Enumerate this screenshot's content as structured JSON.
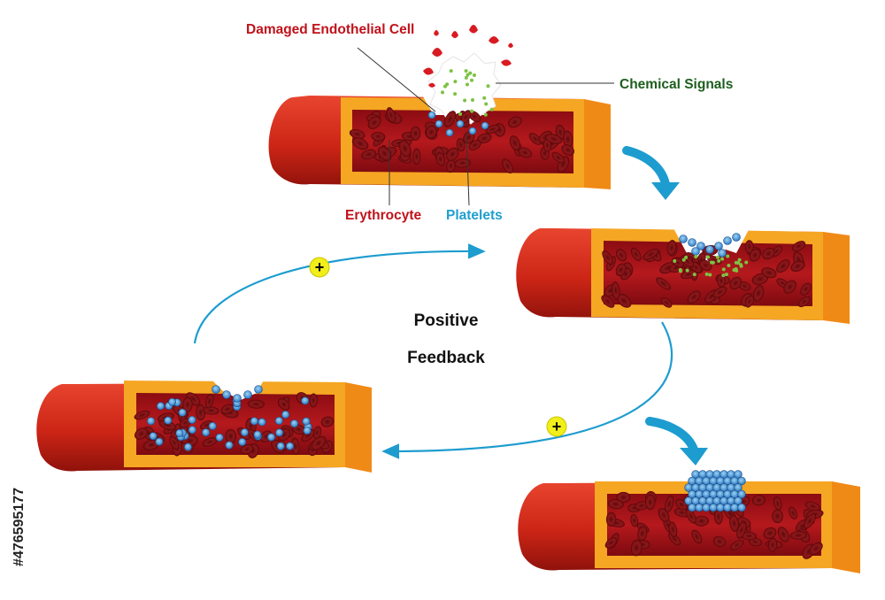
{
  "labels": {
    "damaged_cell": "Damaged Endothelial Cell",
    "chemical_signals": "Chemical Signals",
    "erythrocyte": "Erythrocyte",
    "platelets": "Platelets",
    "center_line1": "Positive",
    "center_line2": "Feedback",
    "plus_top": "+",
    "plus_bottom": "+"
  },
  "colors": {
    "damaged_cell_label": "#c0121b",
    "chemical_signals_label": "#1d5e1d",
    "erythrocyte_label": "#c0121b",
    "platelets_label": "#1f9fcf",
    "arrow": "#1d9ccf",
    "plus_badge": "#f2ee1a",
    "vessel_outer": "#d2281a",
    "vessel_wall": "#f5a623",
    "vessel_lumen": "#a8141a",
    "platelet": "#3a8fd6",
    "signal": "#7dc242"
  },
  "stock_id": "#476595177"
}
